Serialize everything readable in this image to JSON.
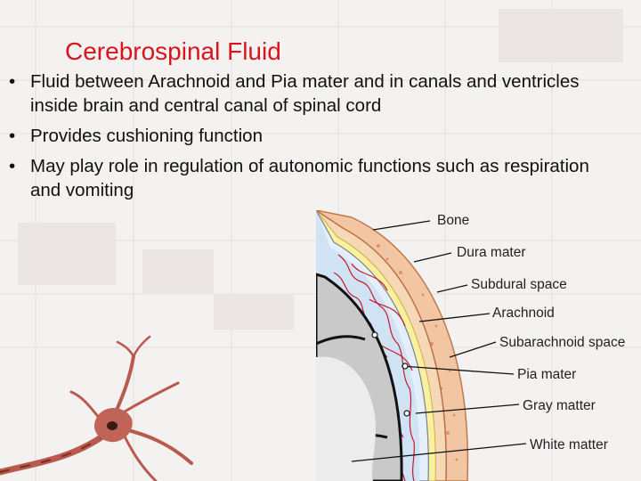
{
  "slide": {
    "title": "Cerebrospinal Fluid",
    "bullets": [
      "Fluid between Arachnoid and Pia mater and in canals and ventricles inside brain and central canal of spinal cord",
      "Provides cushioning function",
      "May play role in regulation of autonomic functions such as respiration and vomiting"
    ],
    "bullet_symbol": "•"
  },
  "diagram": {
    "labels": {
      "bone": "Bone",
      "dura": "Dura mater",
      "subdural": "Subdural space",
      "arachnoid": "Arachnoid",
      "subarachnoid": "Subarachnoid space",
      "pia": "Pia mater",
      "gray": "Gray matter",
      "white": "White matter"
    }
  },
  "colors": {
    "title": "#d8141c",
    "bone": "#f2c6a2",
    "dura": "#fbf0a0",
    "subarachnoid": "#cfe3f5",
    "vessels": "#c8182a",
    "gray_matter": "#c9c9c9",
    "white_matter": "#ececec",
    "neuron": "#b85a4e"
  }
}
